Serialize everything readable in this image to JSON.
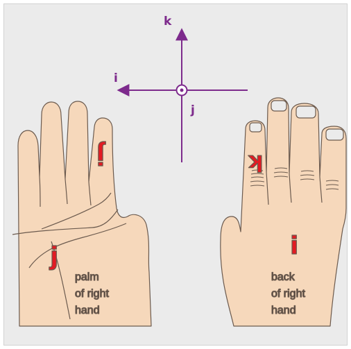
{
  "colors": {
    "axis": "#7d2a8c",
    "label_red": "#e31b23",
    "skin": "#f6d8bb",
    "outline": "#6b5a4e",
    "nail": "#ebebeb",
    "background": "#ebebeb"
  },
  "axes": {
    "k_label": "k",
    "i_label": "i",
    "j_label": "j",
    "j_direction_symbol": "out-of-page-dot-circle"
  },
  "left_hand": {
    "finger_letter": "j",
    "finger_letter_orientation": "upside-down",
    "palm_letter": "j",
    "caption_lines": [
      "palm",
      "of right",
      "hand"
    ]
  },
  "right_hand": {
    "finger_letter": "k",
    "finger_letter_orientation": "upside-down",
    "back_letter": "i",
    "caption_lines": [
      "back",
      "of right",
      "hand"
    ]
  }
}
